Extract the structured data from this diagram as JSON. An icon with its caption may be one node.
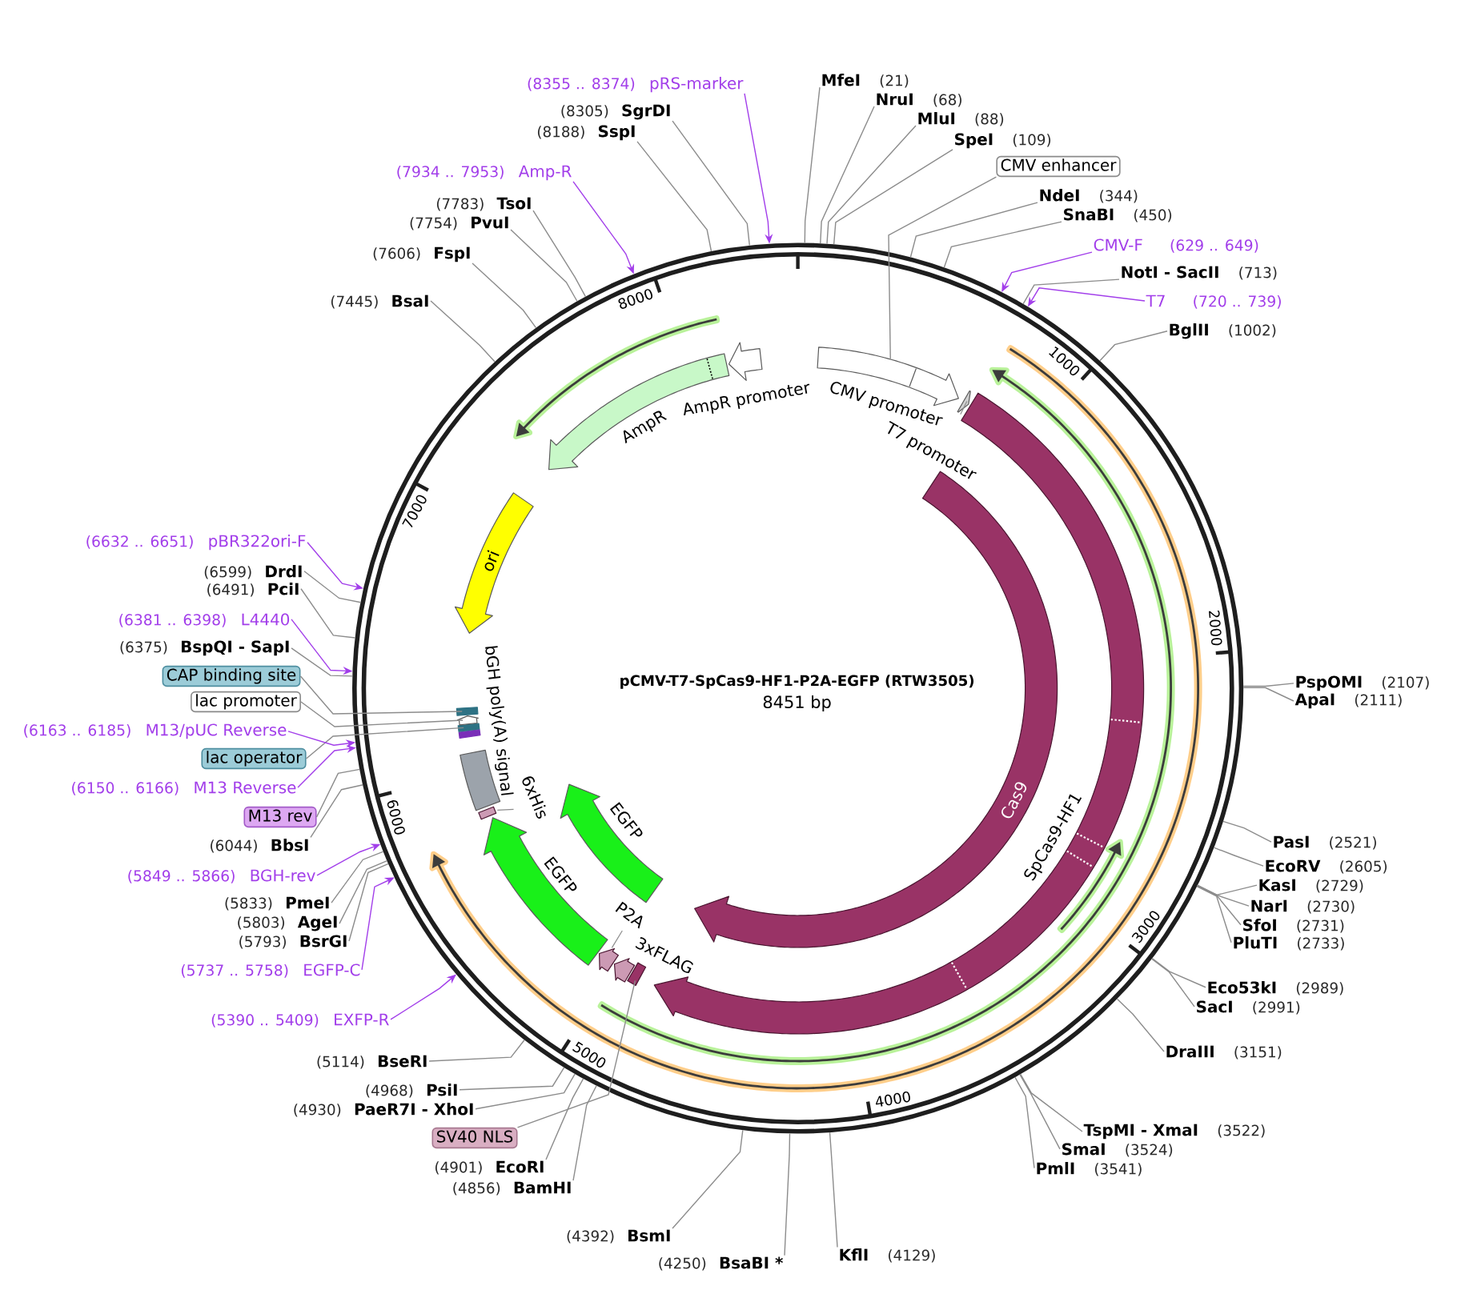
{
  "diagram": {
    "title": "pCMV-T7-SpCas9-HF1-P2A-EGFP (RTW3505)",
    "nodes": [
      {
        "text": [],
        "shape": "circle"
      },
      {
        "text": [],
        "shape": "arrow",
        "beside": [
          "CMV promoter"
        ],
        "in": 0
      },
      {
        "text": [],
        "shape": "arrow",
        "beside": [
          "T7 promoter"
        ],
        "in": 0
      },
      {
        "text": [],
        "shape": "arrow",
        "beside": [
          "SpCas9-HF1"
        ],
        "in": 0
      },
      {
        "text": [
          "Cas9"
        ],
        "in": 0
      },
      {
        "text": [],
        "shape": "box",
        "in": 0
      },
      {
        "text": [],
        "shape": "arrow",
        "beside": [
          "3xFLAG"
        ],
        "in": 0
      },
      {
        "text": [],
        "shape": "arrow",
        "beside": [
          "P2A"
        ],
        "in": 0
      },
      {
        "text": [],
        "shape": "arrow",
        "beside": [
          "EGFP"
        ],
        "in": 0
      },
      {
        "text": [],
        "shape": "arrow",
        "beside": [
          "EGFP"
        ],
        "in": 0
      },
      {
        "text": [],
        "shape": "box",
        "beside": [
          "6xHis"
        ],
        "in": 0
      },
      {
        "text": [],
        "shape": "box",
        "beside": [
          "bGH poly(A) signal"
        ],
        "in": 0
      },
      {
        "text": [],
        "shape": "box",
        "in": 0
      },
      {
        "text": [],
        "shape": "box",
        "in": 0
      },
      {
        "text": [],
        "shape": "arrow",
        "in": 0
      },
      {
        "text": [],
        "shape": "box",
        "in": 0
      },
      {
        "text": [
          "ori"
        ],
        "in": 0
      },
      {
        "text": [],
        "shape": "arrow",
        "beside": [
          "AmpR"
        ],
        "in": 0
      },
      {
        "text": [],
        "shape": "arrow",
        "beside": [
          "AmpR promoter"
        ],
        "in": 0
      },
      {
        "text": [
          "MfeI",
          "(21)"
        ]
      },
      {
        "text": [
          "NruI",
          "(68)"
        ]
      },
      {
        "text": [
          "MluI",
          "(88)"
        ]
      },
      {
        "text": [
          "SpeI",
          "(109)"
        ]
      },
      {
        "text": [
          "CMV enhancer"
        ]
      },
      {
        "text": [
          "NdeI",
          "(344)"
        ]
      },
      {
        "text": [
          "SnaBI",
          "(450)"
        ]
      },
      {
        "text": [
          "CMV-F",
          "(629 .. 649)"
        ]
      },
      {
        "text": [
          "NotI - SacII",
          "(713)"
        ]
      },
      {
        "text": [
          "T7",
          "(720 .. 739)"
        ]
      },
      {
        "text": [
          "BglII",
          "(1002)"
        ]
      },
      {
        "text": [
          "PspOMI",
          "(2107)"
        ]
      },
      {
        "text": [
          "ApaI",
          "(2111)"
        ]
      },
      {
        "text": [
          "PasI",
          "(2521)"
        ]
      },
      {
        "text": [
          "EcoRV",
          "(2605)"
        ]
      },
      {
        "text": [
          "KasI",
          "(2729)"
        ]
      },
      {
        "text": [
          "NarI",
          "(2730)"
        ]
      },
      {
        "text": [
          "SfoI",
          "(2731)"
        ]
      },
      {
        "text": [
          "PluTI",
          "(2733)"
        ]
      },
      {
        "text": [
          "Eco53kI",
          "(2989)"
        ]
      },
      {
        "text": [
          "SacI",
          "(2991)"
        ]
      },
      {
        "text": [
          "DraIII",
          "(3151)"
        ]
      },
      {
        "text": [
          "TspMI - XmaI",
          "(3522)"
        ]
      },
      {
        "text": [
          "SmaI",
          "(3524)"
        ]
      },
      {
        "text": [
          "PmlI",
          "(3541)"
        ]
      },
      {
        "text": [
          "KflI",
          "(4129)"
        ]
      },
      {
        "text": [
          "(4250)",
          "BsaBI *"
        ]
      },
      {
        "text": [
          "(4392)",
          "BsmI"
        ]
      },
      {
        "text": [
          "(4856)",
          "BamHI"
        ]
      },
      {
        "text": [
          "(4901)",
          "EcoRI"
        ]
      },
      {
        "text": [
          "SV40 NLS"
        ]
      },
      {
        "text": [
          "(4930)",
          "PaeR7I - XhoI"
        ]
      },
      {
        "text": [
          "(4968)",
          "PsiI"
        ]
      },
      {
        "text": [
          "(5114)",
          "BseRI"
        ]
      },
      {
        "text": [
          "(5390 .. 5409)",
          "EXFP-R"
        ]
      },
      {
        "text": [
          "(5737 .. 5758)",
          "EGFP-C"
        ]
      },
      {
        "text": [
          "(5793)",
          "BsrGI"
        ]
      },
      {
        "text": [
          "(5803)",
          "AgeI"
        ]
      },
      {
        "text": [
          "(5833)",
          "PmeI"
        ]
      },
      {
        "text": [
          "(5849 .. 5866)",
          "BGH-rev"
        ]
      },
      {
        "text": [
          "(6044)",
          "BbsI"
        ]
      },
      {
        "text": [
          "M13 rev"
        ]
      },
      {
        "text": [
          "(6150 .. 6166)",
          "M13 Reverse"
        ]
      },
      {
        "text": [
          "lac operator"
        ]
      },
      {
        "text": [
          "(6163 .. 6185)",
          "M13/pUC Reverse"
        ]
      },
      {
        "text": [
          "lac promoter"
        ]
      },
      {
        "text": [
          "CAP binding site"
        ]
      },
      {
        "text": [
          "(6375)",
          "BspQI - SapI"
        ]
      },
      {
        "text": [
          "(6381 .. 6398)",
          "L4440"
        ]
      },
      {
        "text": [
          "(6491)",
          "PciI"
        ]
      },
      {
        "text": [
          "(6599)",
          "DrdI"
        ]
      },
      {
        "text": [
          "(6632 .. 6651)",
          "pBR322ori-F"
        ]
      },
      {
        "text": [
          "(7445)",
          "BsaI"
        ]
      },
      {
        "text": [
          "(7606)",
          "FspI"
        ]
      },
      {
        "text": [
          "(7754)",
          "PvuI"
        ]
      },
      {
        "text": [
          "(7783)",
          "TsoI"
        ]
      },
      {
        "text": [
          "(7934 .. 7953)",
          "Amp-R"
        ]
      },
      {
        "text": [
          "(8188)",
          "SspI"
        ]
      },
      {
        "text": [
          "(8305)",
          "SgrDI"
        ]
      },
      {
        "text": [
          "(8355 .. 8374)",
          "pRS-marker"
        ]
      }
    ],
    "edges": [
      {
        "from": 19,
        "to": 0,
        "arrow": "none"
      },
      {
        "from": 20,
        "to": 0,
        "arrow": "none"
      },
      {
        "from": 21,
        "to": 0,
        "arrow": "none"
      },
      {
        "from": 22,
        "to": 0,
        "arrow": "none"
      },
      {
        "from": 23,
        "to": 1,
        "arrow": "none"
      },
      {
        "from": 24,
        "to": 0,
        "arrow": "none"
      },
      {
        "from": 25,
        "to": 0,
        "arrow": "none"
      },
      {
        "from": 26,
        "to": 0,
        "arrow": "to",
        "color": "#a23eea"
      },
      {
        "from": 27,
        "to": 0,
        "arrow": "none"
      },
      {
        "from": 28,
        "to": 0,
        "arrow": "to",
        "color": "#a23eea"
      },
      {
        "from": 29,
        "to": 0,
        "arrow": "none"
      },
      {
        "from": 30,
        "to": 0,
        "arrow": "none"
      },
      {
        "from": 31,
        "to": 0,
        "arrow": "none"
      },
      {
        "from": 32,
        "to": 0,
        "arrow": "none"
      },
      {
        "from": 33,
        "to": 0,
        "arrow": "none"
      },
      {
        "from": 34,
        "to": 0,
        "arrow": "none"
      },
      {
        "from": 35,
        "to": 0,
        "arrow": "none"
      },
      {
        "from": 36,
        "to": 0,
        "arrow": "none"
      },
      {
        "from": 37,
        "to": 0,
        "arrow": "none"
      },
      {
        "from": 38,
        "to": 0,
        "arrow": "none"
      },
      {
        "from": 39,
        "to": 0,
        "arrow": "none"
      },
      {
        "from": 40,
        "to": 0,
        "arrow": "none"
      },
      {
        "from": 41,
        "to": 0,
        "arrow": "none"
      },
      {
        "from": 42,
        "to": 0,
        "arrow": "none"
      },
      {
        "from": 43,
        "to": 0,
        "arrow": "none"
      },
      {
        "from": 44,
        "to": 0,
        "arrow": "none"
      },
      {
        "from": 45,
        "to": 0,
        "arrow": "none"
      },
      {
        "from": 46,
        "to": 0,
        "arrow": "none"
      },
      {
        "from": 47,
        "to": 0,
        "arrow": "none"
      },
      {
        "from": 48,
        "to": 0,
        "arrow": "none"
      },
      {
        "from": 49,
        "to": 5,
        "arrow": "none"
      },
      {
        "from": 50,
        "to": 0,
        "arrow": "none"
      },
      {
        "from": 51,
        "to": 0,
        "arrow": "none"
      },
      {
        "from": 52,
        "to": 0,
        "arrow": "none"
      },
      {
        "from": 53,
        "to": 0,
        "arrow": "to",
        "color": "#a23eea"
      },
      {
        "from": 54,
        "to": 0,
        "arrow": "to",
        "color": "#a23eea"
      },
      {
        "from": 55,
        "to": 0,
        "arrow": "none"
      },
      {
        "from": 56,
        "to": 0,
        "arrow": "none"
      },
      {
        "from": 57,
        "to": 0,
        "arrow": "none"
      },
      {
        "from": 58,
        "to": 0,
        "arrow": "to",
        "color": "#a23eea"
      },
      {
        "from": 59,
        "to": 0,
        "arrow": "none"
      },
      {
        "from": 60,
        "to": 0,
        "arrow": "none"
      },
      {
        "from": 61,
        "to": 0,
        "arrow": "to",
        "color": "#a23eea"
      },
      {
        "from": 62,
        "to": 13,
        "arrow": "none"
      },
      {
        "from": 63,
        "to": 0,
        "arrow": "to",
        "color": "#a23eea"
      },
      {
        "from": 64,
        "to": 14,
        "arrow": "none"
      },
      {
        "from": 65,
        "to": 15,
        "arrow": "none"
      },
      {
        "from": 66,
        "to": 0,
        "arrow": "none"
      },
      {
        "from": 67,
        "to": 0,
        "arrow": "to",
        "color": "#a23eea"
      },
      {
        "from": 68,
        "to": 0,
        "arrow": "none"
      },
      {
        "from": 69,
        "to": 0,
        "arrow": "none"
      },
      {
        "from": 70,
        "to": 0,
        "arrow": "to",
        "color": "#a23eea"
      },
      {
        "from": 71,
        "to": 0,
        "arrow": "none"
      },
      {
        "from": 72,
        "to": 0,
        "arrow": "none"
      },
      {
        "from": 73,
        "to": 0,
        "arrow": "none"
      },
      {
        "from": 74,
        "to": 0,
        "arrow": "none"
      },
      {
        "from": 75,
        "to": 0,
        "arrow": "to",
        "color": "#a23eea"
      },
      {
        "from": 76,
        "to": 0,
        "arrow": "none"
      },
      {
        "from": 77,
        "to": 0,
        "arrow": "none"
      },
      {
        "from": 78,
        "to": 0,
        "arrow": "to",
        "color": "#a23eea"
      }
    ],
    "labels": [
      "8451 bp",
      "1000",
      "2000",
      "3000",
      "4000",
      "5000",
      "6000",
      "7000",
      "8000"
    ]
  }
}
